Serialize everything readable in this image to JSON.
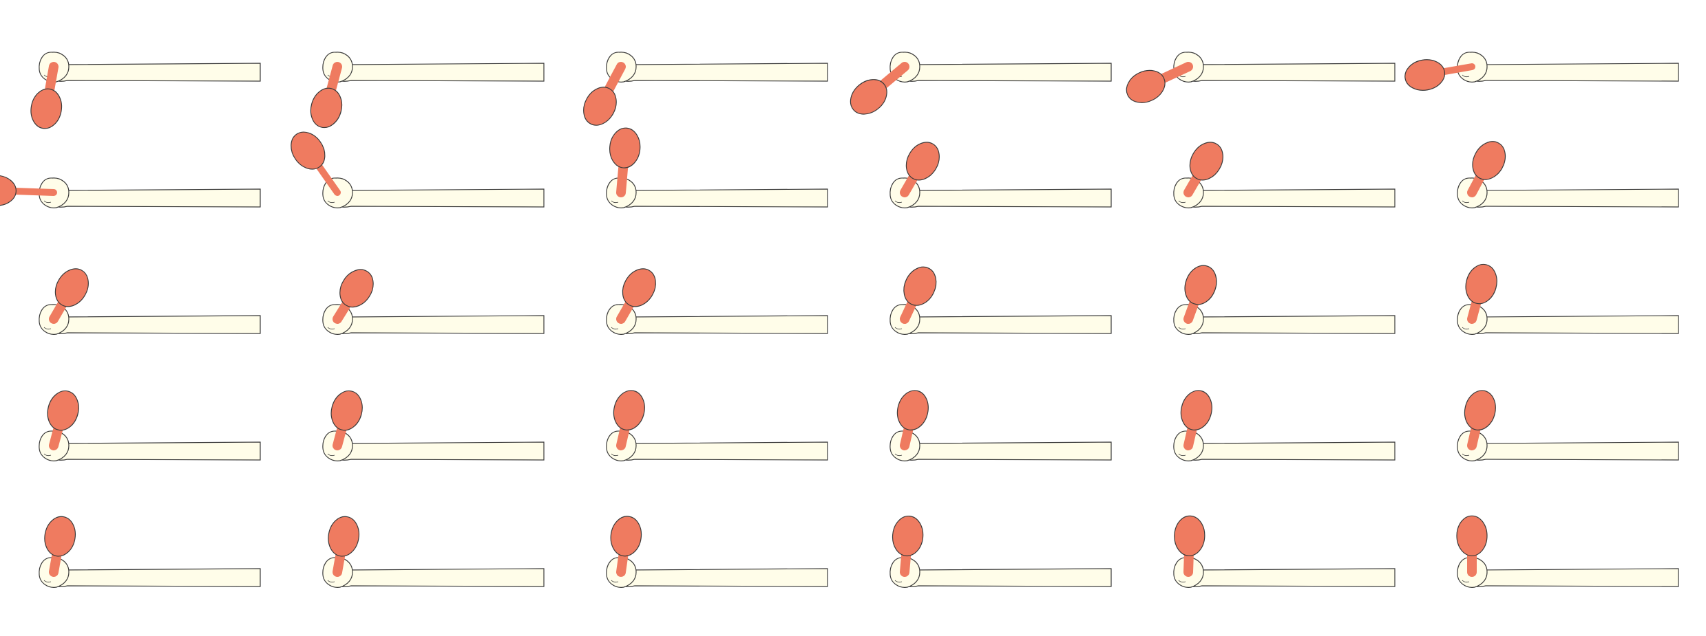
{
  "figure": {
    "rows": 5,
    "columns": 6,
    "frame_count": 30,
    "background_color": "#ffffff",
    "bar_fill_color": "#fffde9",
    "blob_fill_color": "#ef7b60",
    "outline_color": "#3a3a3a"
  },
  "frames": [
    {
      "row": 1,
      "column": 1,
      "blob_angle_deg": 100,
      "blob_distance": 1.0
    },
    {
      "row": 1,
      "column": 2,
      "blob_angle_deg": 105,
      "blob_distance": 1.0
    },
    {
      "row": 1,
      "column": 3,
      "blob_angle_deg": 118,
      "blob_distance": 1.05
    },
    {
      "row": 1,
      "column": 4,
      "blob_angle_deg": 140,
      "blob_distance": 1.1
    },
    {
      "row": 1,
      "column": 5,
      "blob_angle_deg": 155,
      "blob_distance": 1.1
    },
    {
      "row": 1,
      "column": 6,
      "blob_angle_deg": 170,
      "blob_distance": 1.12
    },
    {
      "row": 2,
      "column": 1,
      "blob_angle_deg": 182,
      "blob_distance": 1.35
    },
    {
      "row": 2,
      "column": 2,
      "blob_angle_deg": 235,
      "blob_distance": 1.2
    },
    {
      "row": 2,
      "column": 3,
      "blob_angle_deg": 275,
      "blob_distance": 1.05
    },
    {
      "row": 2,
      "column": 4,
      "blob_angle_deg": 300,
      "blob_distance": 0.85
    },
    {
      "row": 2,
      "column": 5,
      "blob_angle_deg": 300,
      "blob_distance": 0.85
    },
    {
      "row": 2,
      "column": 6,
      "blob_angle_deg": 298,
      "blob_distance": 0.85
    },
    {
      "row": 3,
      "column": 1,
      "blob_angle_deg": 300,
      "blob_distance": 0.85
    },
    {
      "row": 3,
      "column": 2,
      "blob_angle_deg": 302,
      "blob_distance": 0.85
    },
    {
      "row": 3,
      "column": 3,
      "blob_angle_deg": 300,
      "blob_distance": 0.85
    },
    {
      "row": 3,
      "column": 4,
      "blob_angle_deg": 295,
      "blob_distance": 0.85
    },
    {
      "row": 3,
      "column": 5,
      "blob_angle_deg": 290,
      "blob_distance": 0.85
    },
    {
      "row": 3,
      "column": 6,
      "blob_angle_deg": 285,
      "blob_distance": 0.85
    },
    {
      "row": 4,
      "column": 1,
      "blob_angle_deg": 285,
      "blob_distance": 0.85
    },
    {
      "row": 4,
      "column": 2,
      "blob_angle_deg": 285,
      "blob_distance": 0.85
    },
    {
      "row": 4,
      "column": 3,
      "blob_angle_deg": 283,
      "blob_distance": 0.85
    },
    {
      "row": 4,
      "column": 4,
      "blob_angle_deg": 283,
      "blob_distance": 0.85
    },
    {
      "row": 4,
      "column": 5,
      "blob_angle_deg": 283,
      "blob_distance": 0.85
    },
    {
      "row": 4,
      "column": 6,
      "blob_angle_deg": 283,
      "blob_distance": 0.85
    },
    {
      "row": 5,
      "column": 1,
      "blob_angle_deg": 280,
      "blob_distance": 0.85
    },
    {
      "row": 5,
      "column": 2,
      "blob_angle_deg": 280,
      "blob_distance": 0.85
    },
    {
      "row": 5,
      "column": 3,
      "blob_angle_deg": 278,
      "blob_distance": 0.85
    },
    {
      "row": 5,
      "column": 4,
      "blob_angle_deg": 275,
      "blob_distance": 0.85
    },
    {
      "row": 5,
      "column": 5,
      "blob_angle_deg": 272,
      "blob_distance": 0.85
    },
    {
      "row": 5,
      "column": 6,
      "blob_angle_deg": 270,
      "blob_distance": 0.85
    }
  ]
}
